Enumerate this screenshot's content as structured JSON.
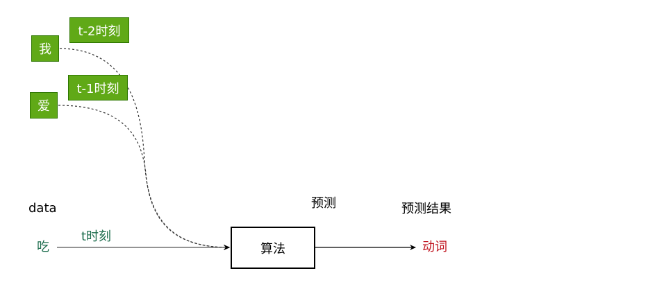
{
  "diagram": {
    "inputs": [
      {
        "word": "我",
        "time_label": "t-2时刻"
      },
      {
        "word": "爱",
        "time_label": "t-1时刻"
      },
      {
        "word": "吃",
        "time_label": "t时刻"
      }
    ],
    "data_label": "data",
    "algorithm_label": "算法",
    "predict_label": "预测",
    "result_header": "预测结果",
    "result_value": "动词",
    "colors": {
      "green_fill": "#60a917",
      "green_border": "#2d7600",
      "current_word_color": "#1a6b4b",
      "result_color": "#c0141f",
      "line_color": "#000000"
    }
  }
}
